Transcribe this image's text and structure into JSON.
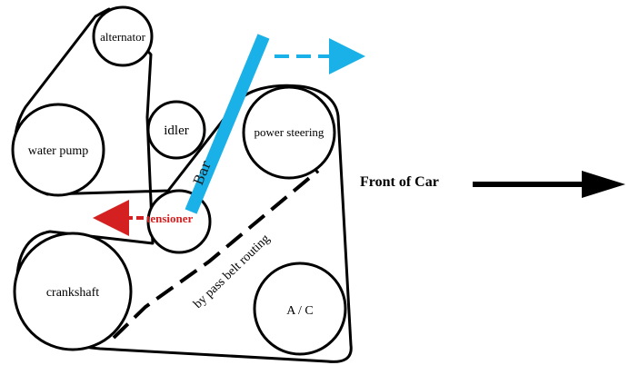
{
  "pulleys": {
    "alternator": "alternator",
    "idler": "idler",
    "water_pump": "water pump",
    "power_steering": "power steering",
    "tensioner": "tensioner",
    "crankshaft": "crankshaft",
    "ac": "A / C"
  },
  "annotations": {
    "front_of_car": "Front of Car",
    "bypass_routing": "by pass belt routing",
    "bar_handwritten": "Bar"
  },
  "colors": {
    "belt": "#000000",
    "bar": "#1ab0e8",
    "tensioner_arrow": "#d42020",
    "tensioner_text": "#d42020",
    "direction_arrow": "#000000"
  }
}
